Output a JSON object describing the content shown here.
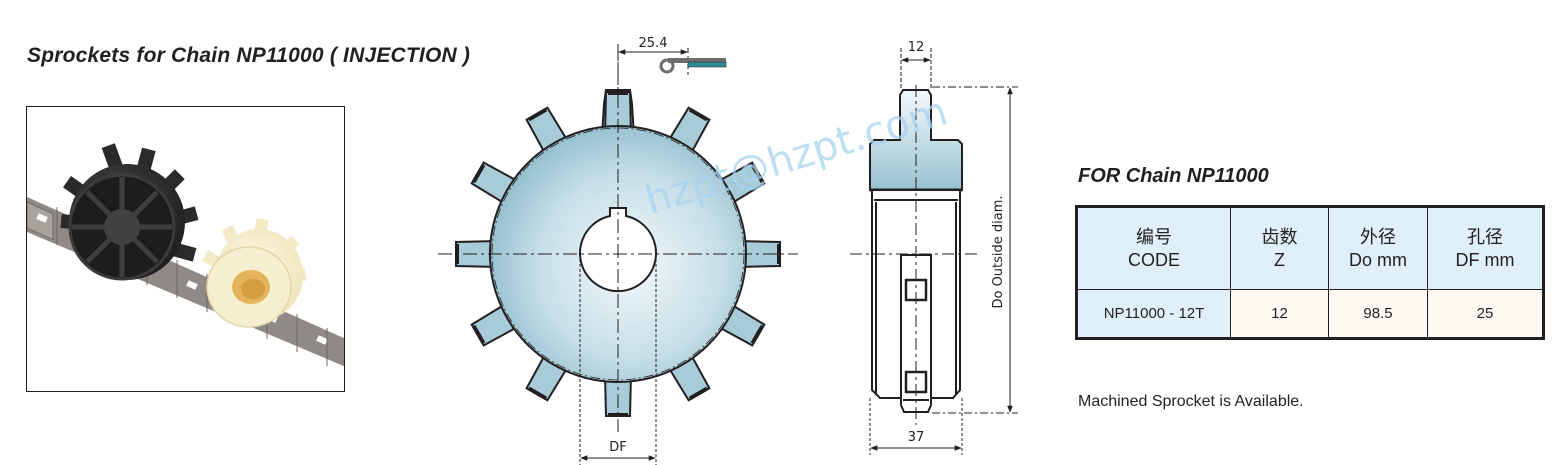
{
  "page": {
    "title": "Sprockets for Chain NP11000 ( INJECTION )"
  },
  "photo": {
    "description": "Black and cream injection-molded sprockets on a grey plastic chain"
  },
  "drawing": {
    "front_view": {
      "pitch_label": "25.4",
      "bore_label": "DF",
      "teeth": 12
    },
    "side_view": {
      "tooth_width_label": "12",
      "hub_width_label": "37",
      "outside_diam_label": "Do  Outside diam."
    },
    "watermark": "hzpt@hzpt.com"
  },
  "spec_table": {
    "title": "FOR Chain NP11000",
    "headers": [
      {
        "cn": "编号",
        "en": "CODE"
      },
      {
        "cn": "齿数",
        "en": "Z"
      },
      {
        "cn": "外径",
        "en": "Do mm"
      },
      {
        "cn": "孔径",
        "en": "DF mm"
      }
    ],
    "rows": [
      {
        "code": "NP11000 - 12T",
        "z": "12",
        "do": "98.5",
        "df": "25"
      }
    ]
  },
  "note": "Machined Sprocket is Available.",
  "colors": {
    "header_bg": "#dff0fa",
    "cell_bg": "#fff9f4",
    "sprocket_fill": "#a7ccd8",
    "text": "#231f20"
  }
}
